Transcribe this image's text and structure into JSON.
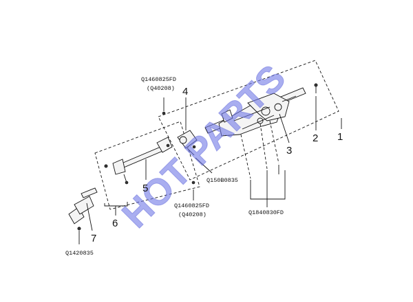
{
  "callouts": {
    "n1": "1",
    "n2": "2",
    "n3": "3",
    "n4": "4",
    "n5": "5",
    "n6": "6",
    "n7": "7"
  },
  "part_numbers": {
    "bolt_top": "Q1460825FD",
    "bolt_top_alt": "(Q40208)",
    "nut_mid": "Q150B0835",
    "bolt_bottom": "Q1460825FD",
    "bolt_bottom_alt": "(Q40208)",
    "bolts_column": "Q1840830FD",
    "bolt_joint": "Q1420835"
  },
  "watermark": "HOT PARTS"
}
